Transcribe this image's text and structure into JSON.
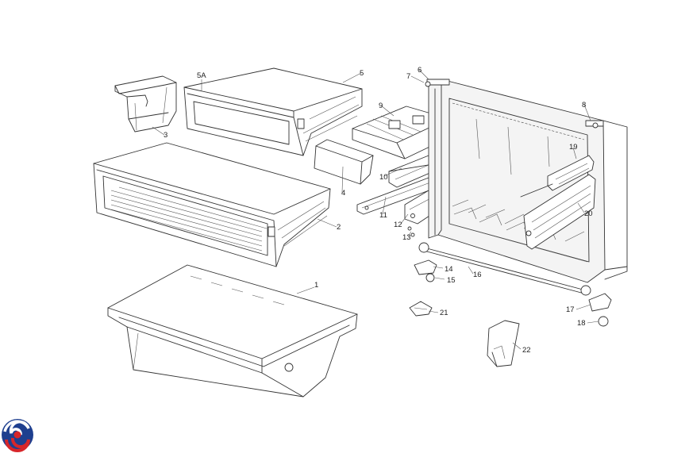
{
  "parts": {
    "p1": "1",
    "p2": "2",
    "p3": "3",
    "p4": "4",
    "p5": "5",
    "p5a": "5A",
    "p6": "6",
    "p7": "7",
    "p8": "8",
    "p9": "9",
    "p10": "10",
    "p11": "11",
    "p12": "12",
    "p13": "13",
    "p14": "14",
    "p15": "15",
    "p16": "16",
    "p17": "17",
    "p18": "18",
    "p19": "19",
    "p20": "20",
    "p21": "21",
    "p22": "22"
  },
  "logo": {
    "icon": "swirl-logo-icon",
    "colors": [
      "#1e3f8f",
      "#d7262a"
    ]
  },
  "line_color": "#333333"
}
